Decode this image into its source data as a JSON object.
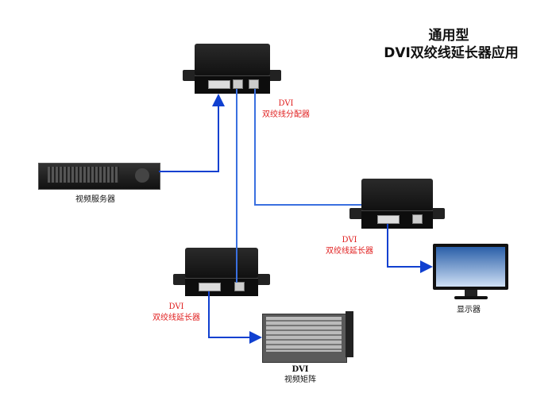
{
  "title": {
    "line1": "通用型",
    "line2": "DVI双绞线延长器应用"
  },
  "labels": {
    "splitter": {
      "line1": "DVI",
      "line2": "双绞线分配器"
    },
    "server": "视频服务器",
    "extender_right": {
      "line1": "DVI",
      "line2": "双绞线延长器"
    },
    "extender_bottom": {
      "line1": "DVI",
      "line2": "双绞线延长器"
    },
    "monitor": "显示器",
    "matrix": {
      "line1": "DVI",
      "line2": "视频矩阵"
    }
  },
  "colors": {
    "link": "#1040d0",
    "label_red": "#e02020"
  }
}
